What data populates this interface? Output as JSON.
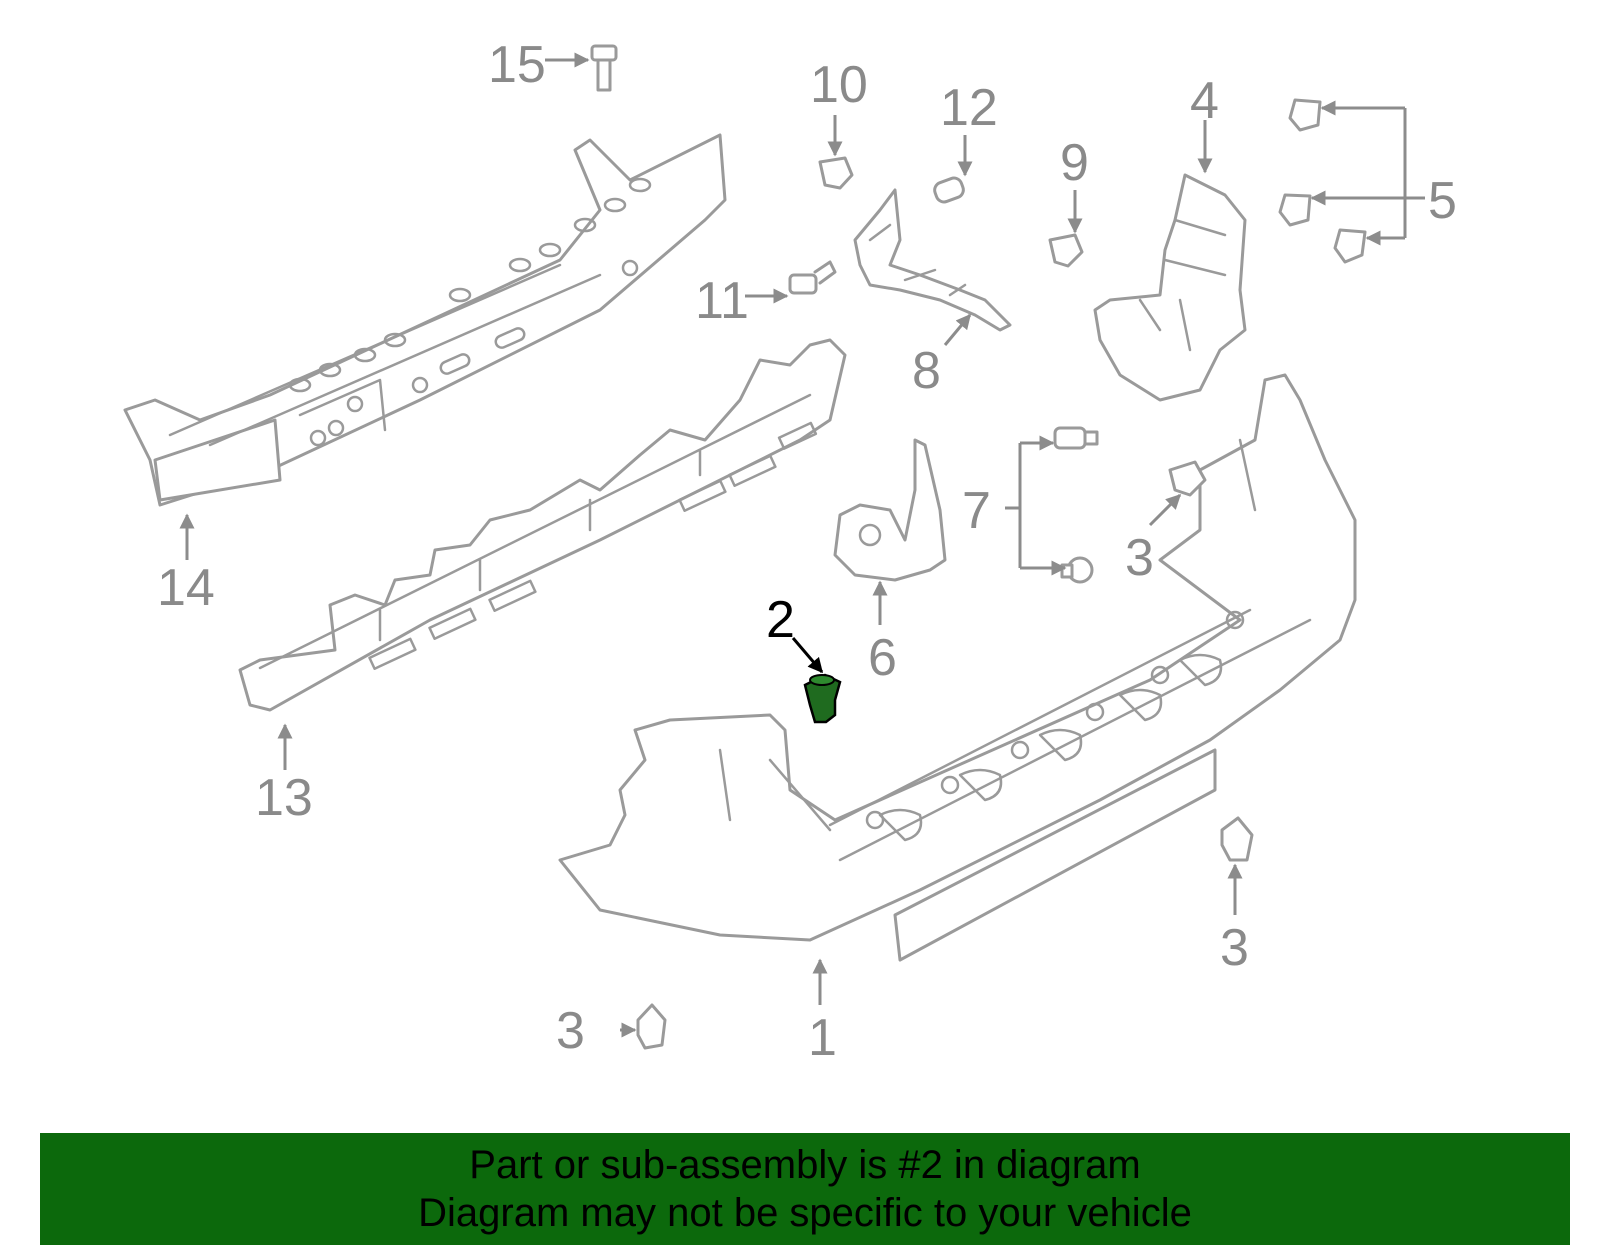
{
  "diagram": {
    "callouts": {
      "c1": "1",
      "c2": "2",
      "c3a": "3",
      "c3b": "3",
      "c3c": "3",
      "c4": "4",
      "c5": "5",
      "c6": "6",
      "c7": "7",
      "c8": "8",
      "c9": "9",
      "c10": "10",
      "c11": "11",
      "c12": "12",
      "c13": "13",
      "c14": "14",
      "c15": "15"
    },
    "highlighted_part": "2",
    "highlight_color": "#1f6b1f"
  },
  "footer": {
    "line1": "Part or sub-assembly is #2 in diagram",
    "line2": "Diagram may not be specific to your vehicle",
    "background_color": "#0c690c"
  }
}
